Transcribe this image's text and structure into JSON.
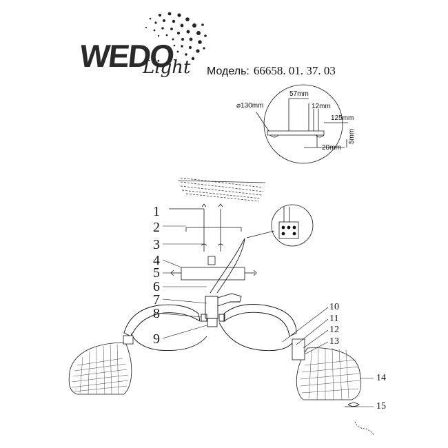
{
  "logo": {
    "brand": "WEDO",
    "sub": "Light"
  },
  "model": {
    "label": "Модель:",
    "number": "66658. 01. 37. 03"
  },
  "dimensions": {
    "diameter": "⌀130mm",
    "d57": "57mm",
    "d12": "12mm",
    "d125": "125mm",
    "d20": "20mm",
    "d5": "5mm"
  },
  "callouts_left": [
    "1",
    "2",
    "3",
    "4",
    "5",
    "6",
    "7",
    "8",
    "9"
  ],
  "callouts_right": [
    "10",
    "11",
    "12",
    "13",
    "14",
    "15"
  ]
}
